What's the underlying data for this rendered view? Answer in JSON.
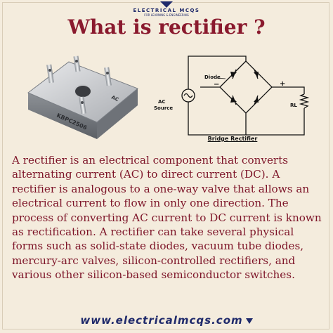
{
  "brand": {
    "logo_text": "ELECTRICAL MCQS",
    "logo_tagline": "FOR LEARNING & ENGINEERING"
  },
  "title": "What is rectifier ?",
  "component_image": {
    "part_number": "KBPC2506",
    "terminal_mark": "AC"
  },
  "circuit": {
    "diode_label": "Diode",
    "source_label_line1": "AC",
    "source_label_line2": "Source",
    "load_label": "RL",
    "plus_sign": "+",
    "minus_sign": "−",
    "caption": "Bridge Rectifier"
  },
  "body_text": "A rectifier is an electrical component that converts alternating current (AC) to direct current (DC). A rectifier is analogous to a one-way valve that allows an electrical current to flow in only one direction. The process of converting AC current to DC current is known as rectification. A rectifier can take several physical forms such as solid-state diodes, vacuum tube diodes, mercury-arc valves, silicon-controlled rectifiers, and various other silicon-based semiconductor switches.",
  "footer": {
    "website": "www.electricalmcqs.com"
  },
  "colors": {
    "background": "#f4ecdd",
    "title": "#8a1a2e",
    "body_text": "#7d1428",
    "brand": "#1f2a6b"
  }
}
